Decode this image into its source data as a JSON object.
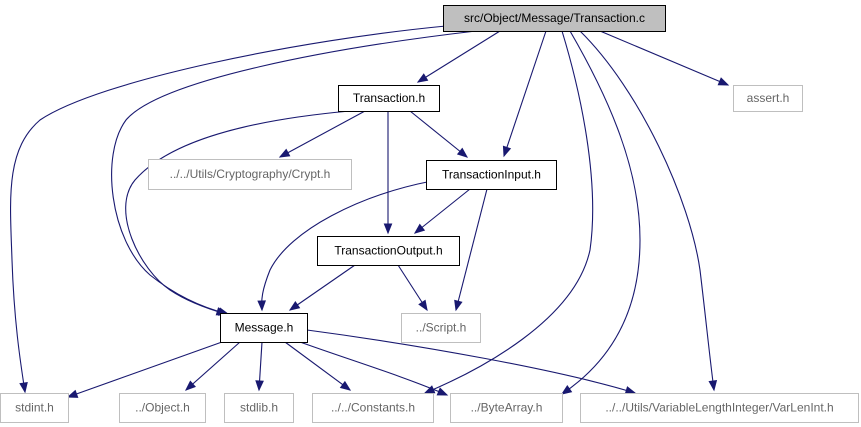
{
  "graph": {
    "nodes": [
      {
        "id": "root",
        "label": "src/Object/Message/Transaction.c",
        "style": "root"
      },
      {
        "id": "transaction_h",
        "label": "Transaction.h",
        "style": "internal"
      },
      {
        "id": "assert_h",
        "label": "assert.h",
        "style": "external"
      },
      {
        "id": "crypt_h",
        "label": "../../Utils/Cryptography/Crypt.h",
        "style": "external"
      },
      {
        "id": "tin_h",
        "label": "TransactionInput.h",
        "style": "internal"
      },
      {
        "id": "tout_h",
        "label": "TransactionOutput.h",
        "style": "internal"
      },
      {
        "id": "message_h",
        "label": "Message.h",
        "style": "internal"
      },
      {
        "id": "script_h",
        "label": "../Script.h",
        "style": "external"
      },
      {
        "id": "stdint_h",
        "label": "stdint.h",
        "style": "external"
      },
      {
        "id": "object_h",
        "label": "../Object.h",
        "style": "external"
      },
      {
        "id": "stdlib_h",
        "label": "stdlib.h",
        "style": "external"
      },
      {
        "id": "constants_h",
        "label": "../../Constants.h",
        "style": "external"
      },
      {
        "id": "bytearray_h",
        "label": "../ByteArray.h",
        "style": "external"
      },
      {
        "id": "varlenint_h",
        "label": "../../Utils/VariableLengthInteger/VarLenInt.h",
        "style": "external"
      }
    ],
    "edges": [
      [
        "root",
        "transaction_h"
      ],
      [
        "root",
        "assert_h"
      ],
      [
        "root",
        "tin_h"
      ],
      [
        "root",
        "message_h"
      ],
      [
        "root",
        "stdint_h"
      ],
      [
        "root",
        "constants_h"
      ],
      [
        "root",
        "bytearray_h"
      ],
      [
        "root",
        "varlenint_h"
      ],
      [
        "transaction_h",
        "crypt_h"
      ],
      [
        "transaction_h",
        "tin_h"
      ],
      [
        "transaction_h",
        "tout_h"
      ],
      [
        "transaction_h",
        "message_h"
      ],
      [
        "tin_h",
        "tout_h"
      ],
      [
        "tin_h",
        "message_h"
      ],
      [
        "tin_h",
        "script_h"
      ],
      [
        "tout_h",
        "message_h"
      ],
      [
        "tout_h",
        "script_h"
      ],
      [
        "message_h",
        "stdint_h"
      ],
      [
        "message_h",
        "object_h"
      ],
      [
        "message_h",
        "stdlib_h"
      ],
      [
        "message_h",
        "constants_h"
      ],
      [
        "message_h",
        "bytearray_h"
      ],
      [
        "message_h",
        "varlenint_h"
      ]
    ]
  },
  "colors": {
    "edge": "#191970",
    "root_fill": "#bfbfbf",
    "internal_border": "#000000",
    "external_border": "#bfbfbf",
    "external_text": "#666666"
  }
}
